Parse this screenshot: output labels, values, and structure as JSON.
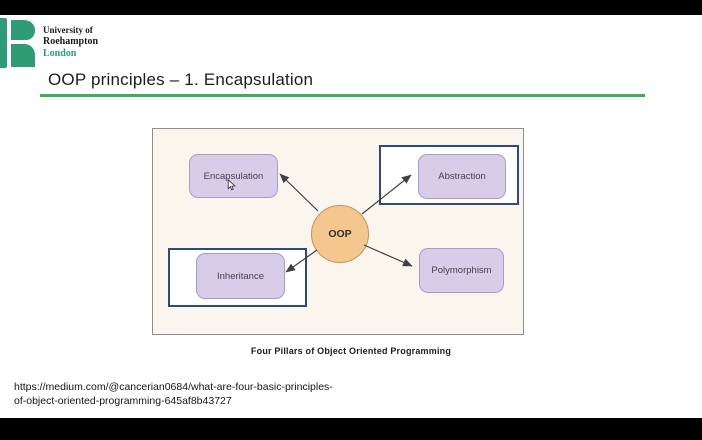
{
  "logo": {
    "line1": "University of",
    "line2": "Roehampton",
    "line3": "London",
    "brand_green": "#2f9c75"
  },
  "slide": {
    "title": "OOP principles – 1. Encapsulation",
    "accent_line_color": "#3fae5a"
  },
  "diagram": {
    "center_label": "OOP",
    "caption": "Four Pillars of Object Oriented Programming",
    "nodes": [
      {
        "id": "encapsulation",
        "label": "Encapsulation",
        "highlighted": false
      },
      {
        "id": "abstraction",
        "label": "Abstraction",
        "highlighted": true
      },
      {
        "id": "inheritance",
        "label": "Inheritance",
        "highlighted": true
      },
      {
        "id": "polymorphism",
        "label": "Polymorphism",
        "highlighted": false
      }
    ],
    "colors": {
      "canvas_bg": "#faf6ed",
      "node_fill": "#d9cce8",
      "node_border": "#a89dc2",
      "highlight_border": "#2e4b7e",
      "center_fill": "#f4c78f",
      "center_border": "#c0955c",
      "arrow": "#3f3f48"
    }
  },
  "source": {
    "line1": "https://medium.com/@cancerian0684/what-are-four-basic-principles-",
    "line2": "of-object-oriented-programming-645af8b43727"
  }
}
